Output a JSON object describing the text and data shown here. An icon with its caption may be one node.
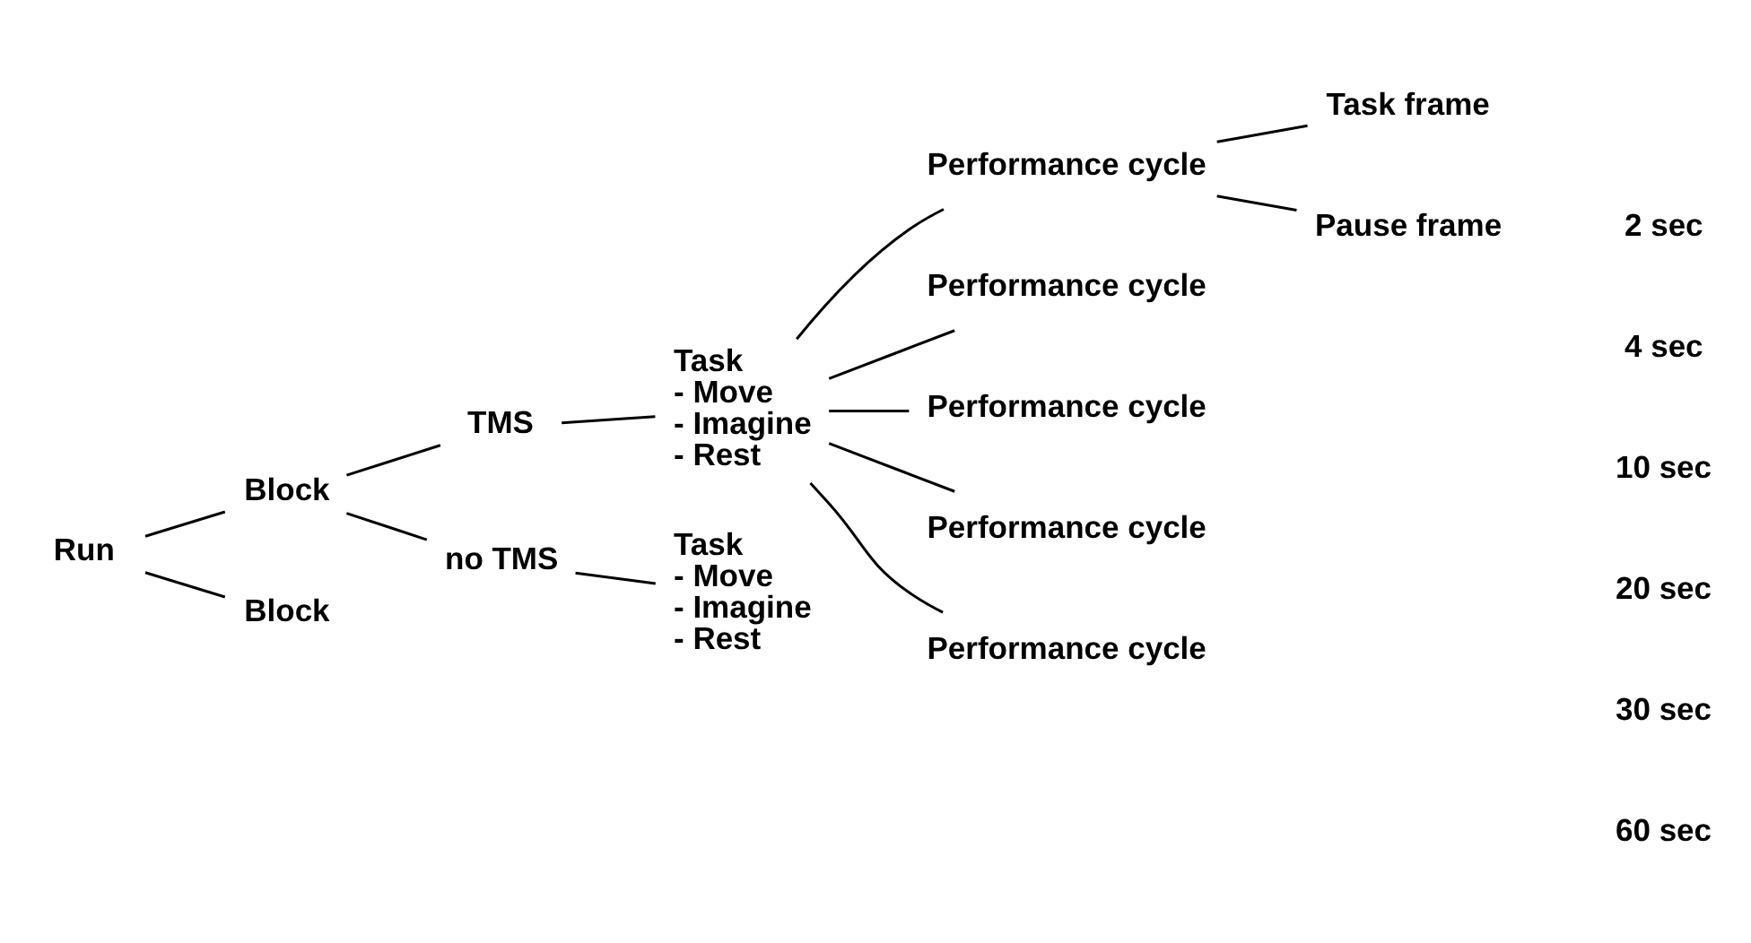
{
  "diagram": {
    "nodes": [
      {
        "text": [
          "Run"
        ]
      },
      {
        "text": [
          "Block"
        ]
      },
      {
        "text": [
          "Block"
        ]
      },
      {
        "text": [
          "TMS"
        ]
      },
      {
        "text": [
          "no TMS"
        ]
      },
      {
        "text": [
          "Task",
          "- Move",
          "- Imagine",
          "- Rest"
        ]
      },
      {
        "text": [
          "Task",
          "- Move",
          "- Imagine",
          "- Rest"
        ]
      },
      {
        "text": [
          "Performance cycle"
        ]
      },
      {
        "text": [
          "Performance cycle"
        ]
      },
      {
        "text": [
          "Performance cycle"
        ]
      },
      {
        "text": [
          "Performance cycle"
        ]
      },
      {
        "text": [
          "Performance cycle"
        ]
      },
      {
        "text": [
          "Task frame"
        ]
      },
      {
        "text": [
          "Pause frame"
        ]
      }
    ],
    "edges": [
      {
        "from": 0,
        "to": 1,
        "arrow": "none"
      },
      {
        "from": 0,
        "to": 2,
        "arrow": "none"
      },
      {
        "from": 1,
        "to": 3,
        "arrow": "none"
      },
      {
        "from": 1,
        "to": 4,
        "arrow": "none"
      },
      {
        "from": 3,
        "to": 5,
        "arrow": "none"
      },
      {
        "from": 4,
        "to": 6,
        "arrow": "none"
      },
      {
        "from": 5,
        "to": 7,
        "arrow": "none"
      },
      {
        "from": 5,
        "to": 8,
        "arrow": "none"
      },
      {
        "from": 5,
        "to": 9,
        "arrow": "none"
      },
      {
        "from": 5,
        "to": 10,
        "arrow": "none"
      },
      {
        "from": 5,
        "to": 11,
        "arrow": "none"
      },
      {
        "from": 7,
        "to": 12,
        "arrow": "none"
      },
      {
        "from": 7,
        "to": 13,
        "arrow": "none"
      }
    ],
    "labels": [
      "2 sec",
      "4 sec",
      "10 sec",
      "20 sec",
      "30 sec",
      "60 sec"
    ]
  }
}
